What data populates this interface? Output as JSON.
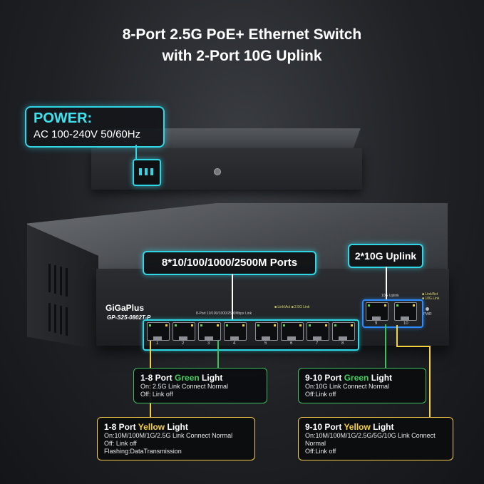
{
  "title": {
    "line1": "8-Port 2.5G PoE+ Ethernet Switch",
    "line2": "with 2-Port 10G Uplink"
  },
  "power": {
    "label": "POWER:",
    "spec": "AC 100-240V 50/60Hz"
  },
  "device": {
    "brand": "GiGaPlus",
    "model": "GP-S25-0802T-P",
    "port_label_8": "8-Port 10/100/1000/2500Mbps Link",
    "link_legend_8": "■ Link/Act  ■ 2.5G Link",
    "uplink_label": "10G Uplink",
    "uplink_legend": "■ Link/Act\n■ 10G Link",
    "pwr_label": "PWR",
    "ports_8": [
      "1",
      "2",
      "3",
      "4",
      "5",
      "6",
      "7",
      "8"
    ],
    "ports_2": [
      "9",
      "10"
    ]
  },
  "tags": {
    "ports": "8*10/100/1000/2500M Ports",
    "uplink": "2*10G Uplink"
  },
  "info": {
    "green_1_8": {
      "prefix": "1-8 Port ",
      "color_word": "Green",
      "suffix": " Light",
      "lines": [
        "On: 2.5G Link Connect Normal",
        "Off: Link off"
      ]
    },
    "green_9_10": {
      "prefix": "9-10 Port ",
      "color_word": "Green",
      "suffix": " Light",
      "lines": [
        "On:10G Link Connect Normal",
        "Off:Link off"
      ]
    },
    "yellow_1_8": {
      "prefix": "1-8 Port ",
      "color_word": "Yellow",
      "suffix": " Light",
      "lines": [
        "On:10M/100M/1G/2.5G Link Connect Normal",
        "Off: Link off",
        "Flashing:DataTransmission"
      ]
    },
    "yellow_9_10": {
      "prefix": "9-10 Port ",
      "color_word": "Yellow",
      "suffix": " Light",
      "lines": [
        "On:10M/100M/1G/2.5G/5G/10G Link Connect",
        "Normal",
        "Off:Link off"
      ]
    }
  },
  "colors": {
    "accent_cyan": "#2fd6e6",
    "green": "#40d05e",
    "yellow": "#f5d23c",
    "uplink_blue": "#2a8cff"
  }
}
